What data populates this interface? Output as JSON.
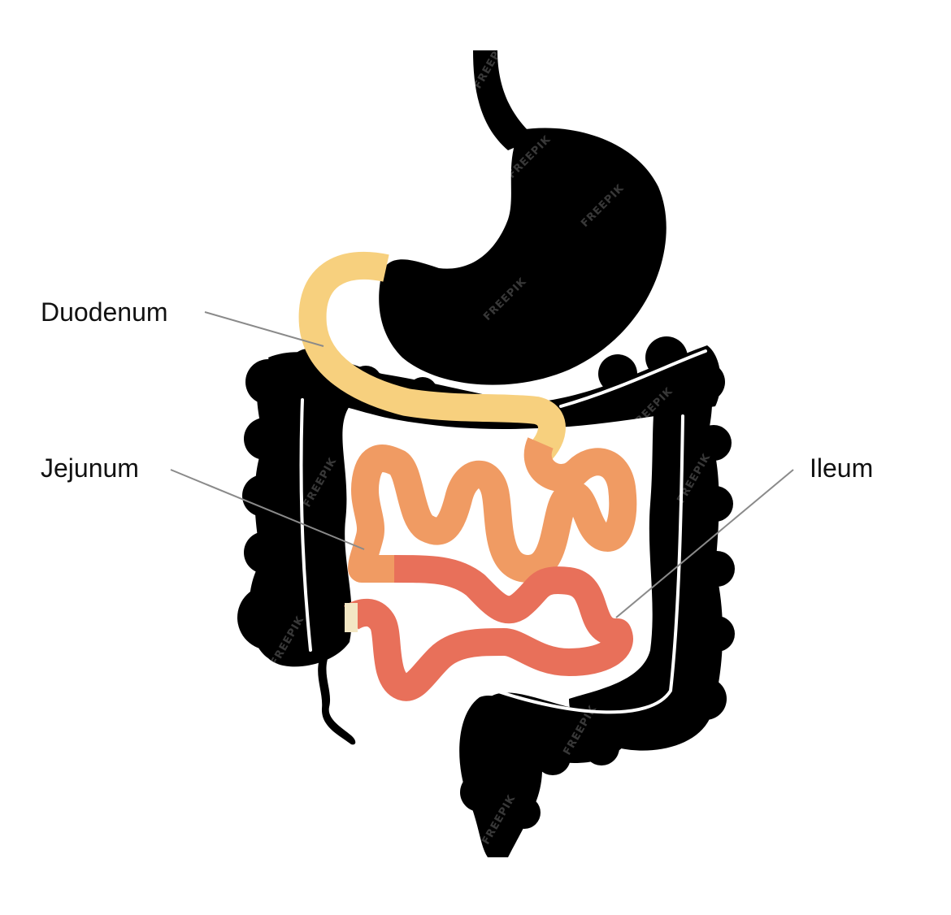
{
  "labels": {
    "duodenum": "Duodenum",
    "jejunum": "Jejunum",
    "ileum": "Ileum"
  },
  "watermark": "FREEPIK",
  "colors": {
    "background": "#ffffff",
    "organ": "#000000",
    "duodenum": "#f7d07e",
    "jejunum": "#f09b63",
    "ileum": "#e8705a",
    "appendix_stub": "#f3e7c4",
    "leader_line": "#8a8a8a",
    "label_text": "#111111"
  }
}
